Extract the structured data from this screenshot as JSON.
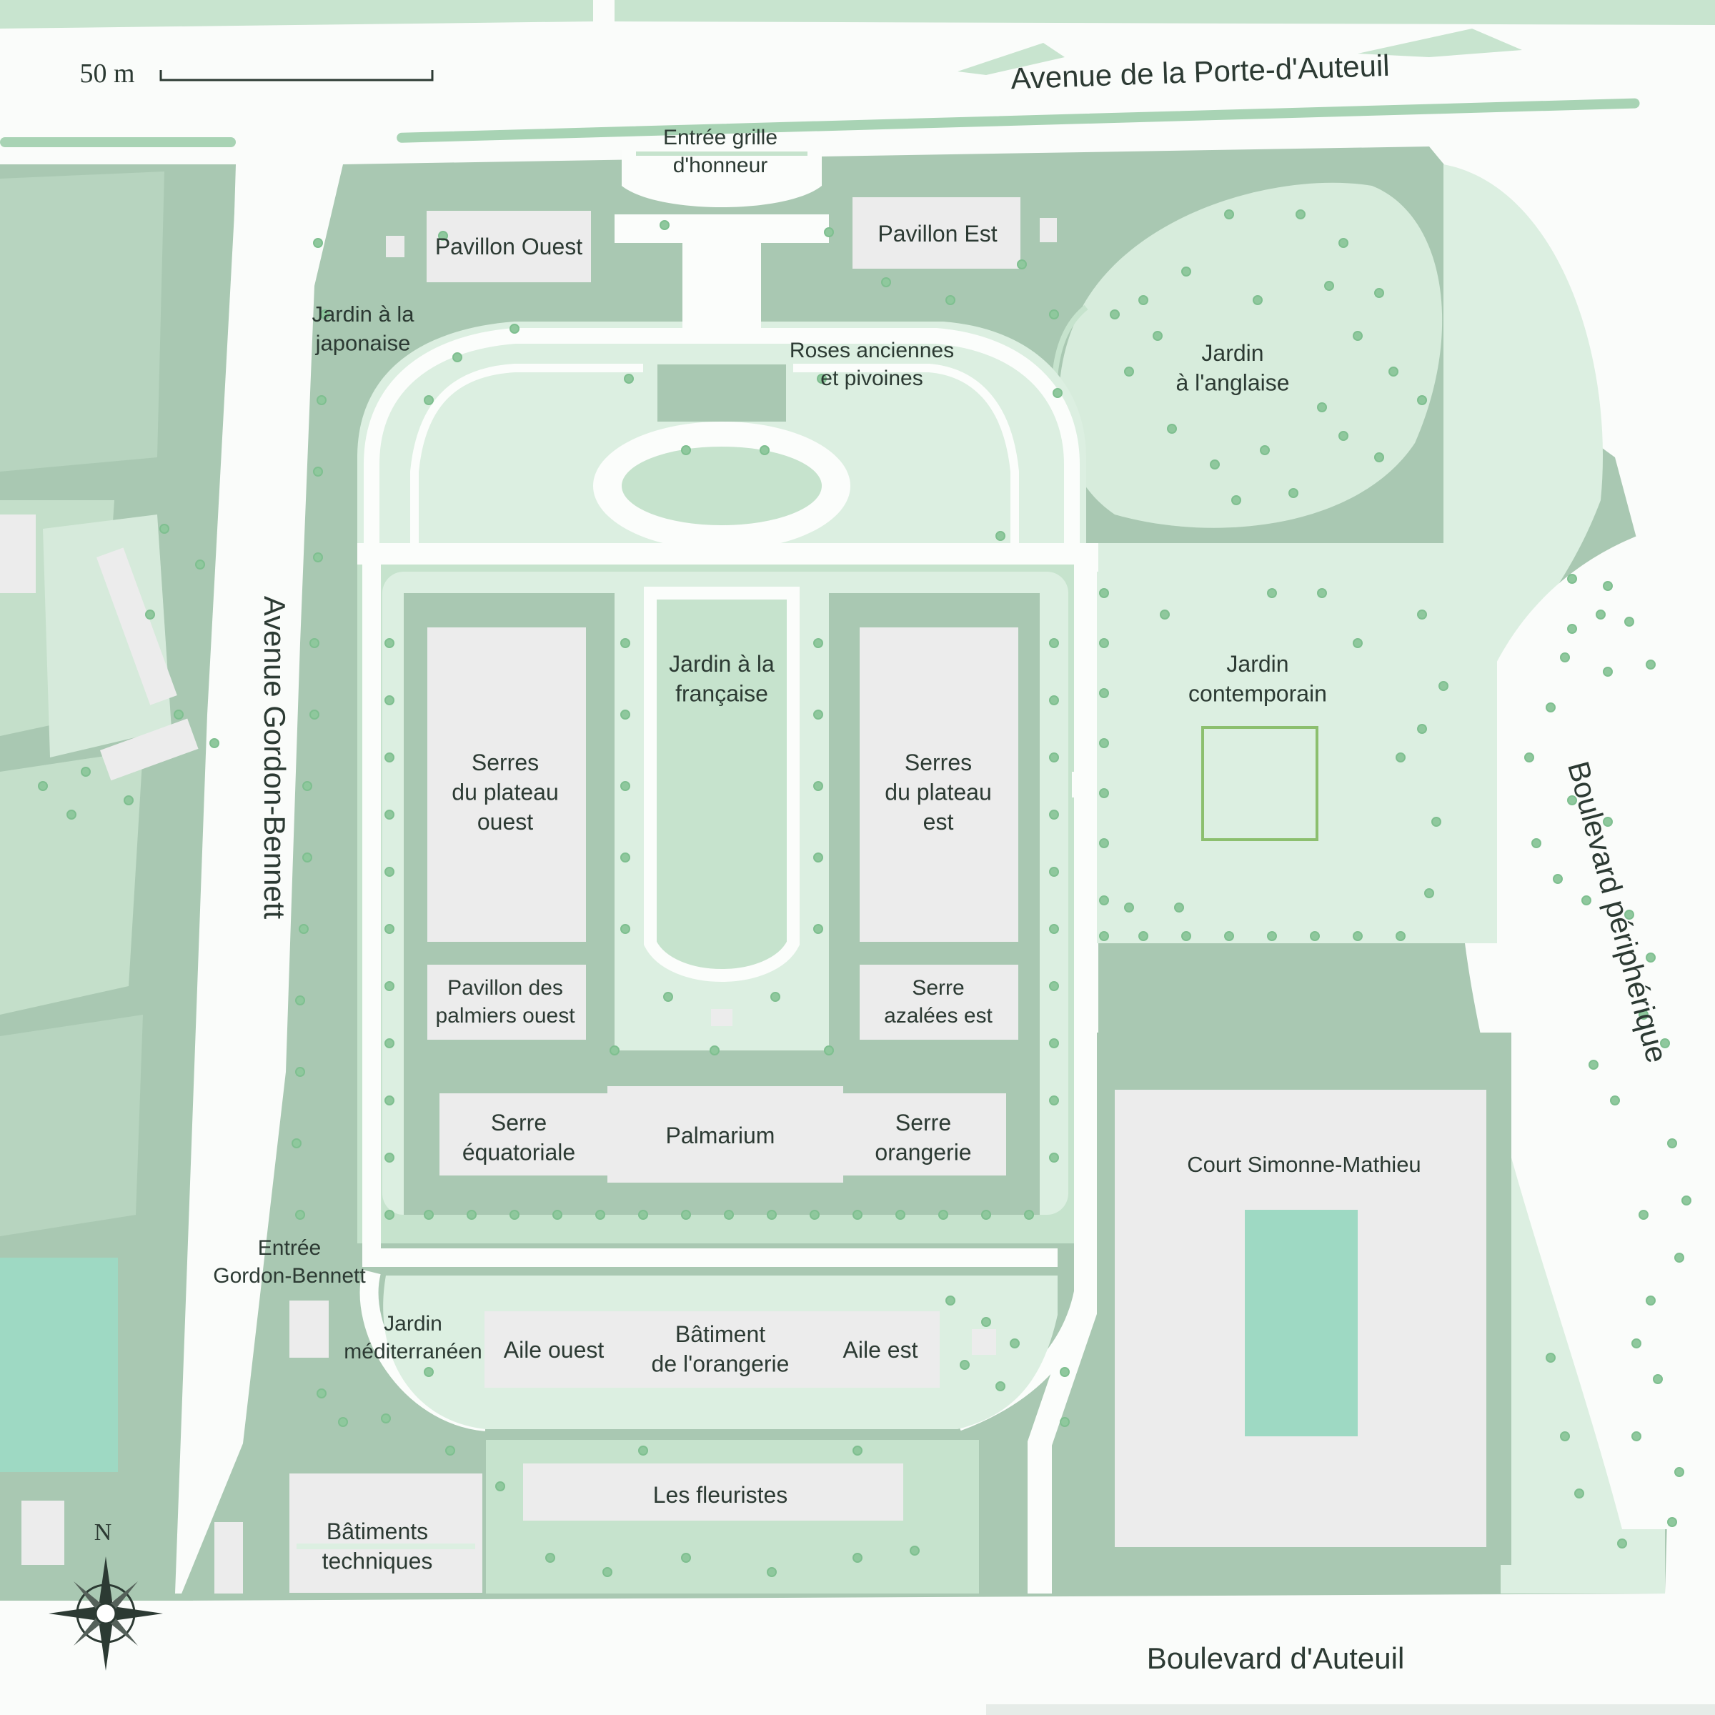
{
  "scale": {
    "label": "50 m"
  },
  "north": {
    "label": "N"
  },
  "colors": {
    "park_light": "#dcefe1",
    "park_mid": "#c6e3cd",
    "park_dark": "#a9c8b2",
    "building": "#ececec",
    "water": "#9ed9c3",
    "path": "#fbfdfb",
    "tree": "#7fbf90"
  },
  "roads": {
    "north": "Avenue de la Porte-d'Auteuil",
    "west": "Avenue Gordon-Bennett",
    "east": "Boulevard périphérique",
    "south": "Boulevard d'Auteuil"
  },
  "labels": {
    "entree_honneur": [
      "Entrée grille",
      "d'honneur"
    ],
    "pavillon_ouest": [
      "Pavillon Ouest"
    ],
    "pavillon_est": [
      "Pavillon Est"
    ],
    "jardin_japonaise": [
      "Jardin à la",
      "japonaise"
    ],
    "roses": [
      "Roses anciennes",
      "et pivoines"
    ],
    "jardin_anglaise": [
      "Jardin",
      "à l'anglaise"
    ],
    "jardin_francaise": [
      "Jardin à la",
      "française"
    ],
    "serres_ouest": [
      "Serres",
      "du plateau",
      "ouest"
    ],
    "serres_est": [
      "Serres",
      "du plateau",
      "est"
    ],
    "jardin_contemporain": [
      "Jardin",
      "contemporain"
    ],
    "pavillon_palmiers": [
      "Pavillon des",
      "palmiers ouest"
    ],
    "serre_azalees": [
      "Serre",
      "azalées est"
    ],
    "serre_equatoriale": [
      "Serre",
      "équatoriale"
    ],
    "palmarium": [
      "Palmarium"
    ],
    "serre_orangerie": [
      "Serre",
      "orangerie"
    ],
    "court": [
      "Court Simonne-Mathieu"
    ],
    "entree_gordon": [
      "Entrée",
      "Gordon-Bennett"
    ],
    "jardin_mediterraneen": [
      "Jardin",
      "méditerranéen"
    ],
    "aile_ouest": [
      "Aile ouest"
    ],
    "batiment_orangerie": [
      "Bâtiment",
      "de l'orangerie"
    ],
    "aile_est": [
      "Aile est"
    ],
    "fleuristes": [
      "Les fleuristes"
    ],
    "batiments_techniques": [
      "Bâtiments",
      "techniques"
    ]
  }
}
